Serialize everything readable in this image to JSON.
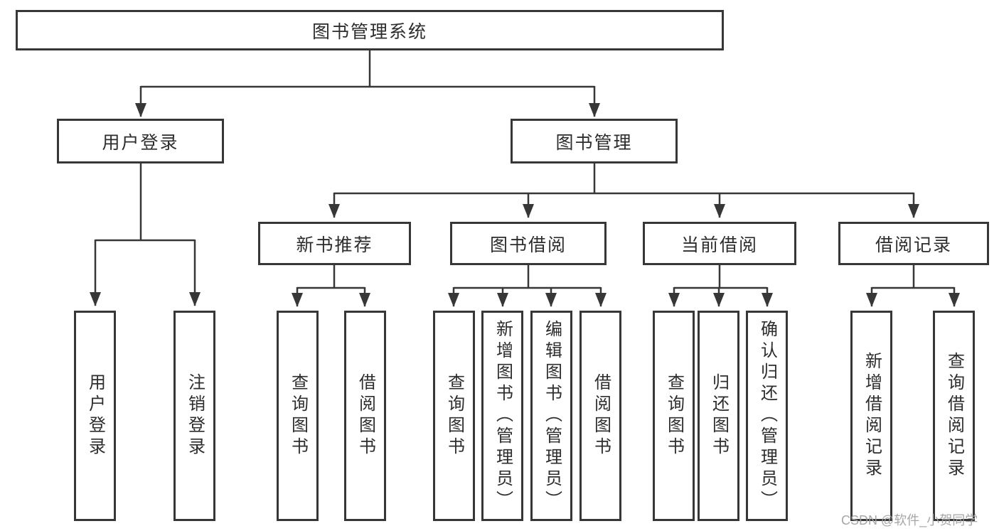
{
  "tree": {
    "label": "图书管理系统",
    "children": [
      {
        "label": "用户登录",
        "children": [
          {
            "label": "用户登录"
          },
          {
            "label": "注销登录"
          }
        ]
      },
      {
        "label": "图书管理",
        "children": [
          {
            "label": "新书推荐",
            "children": [
              {
                "label": "查询图书"
              },
              {
                "label": "借阅图书"
              }
            ]
          },
          {
            "label": "图书借阅",
            "children": [
              {
                "label": "查询图书"
              },
              {
                "label": "新增图书（管理员）"
              },
              {
                "label": "编辑图书（管理员）"
              },
              {
                "label": "借阅图书"
              }
            ]
          },
          {
            "label": "当前借阅",
            "children": [
              {
                "label": "查询图书"
              },
              {
                "label": "归还图书"
              },
              {
                "label": "确认归还（管理员）"
              }
            ]
          },
          {
            "label": "借阅记录",
            "children": [
              {
                "label": "新增借阅记录"
              },
              {
                "label": "查询借阅记录"
              }
            ]
          }
        ]
      }
    ]
  },
  "watermark": {
    "text": "CSDN @软件_小贺同学"
  },
  "colors": {
    "line": "#373737",
    "box_border": "#373737",
    "text": "#2d2d2d",
    "background": "#ffffff",
    "watermark": "#9e9e9e"
  }
}
